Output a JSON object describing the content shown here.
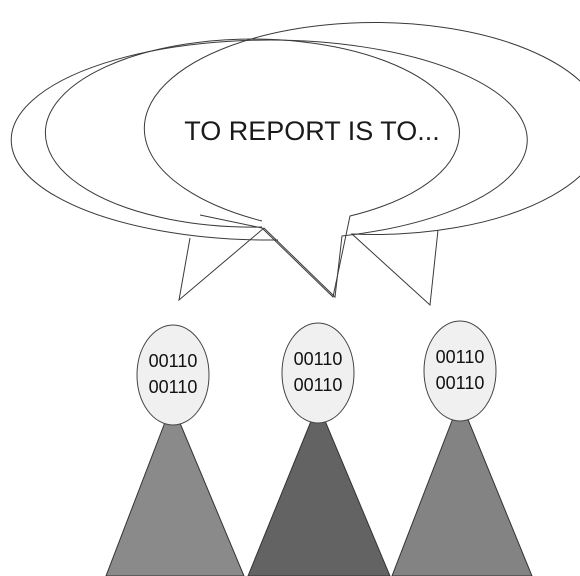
{
  "speech": {
    "text": "TO REPORT IS TO..."
  },
  "people": [
    {
      "line1": "00110",
      "line2": "00110",
      "body_color": "#8a8a8a"
    },
    {
      "line1": "00110",
      "line2": "00110",
      "body_color": "#636363"
    },
    {
      "line1": "00110",
      "line2": "00110",
      "body_color": "#838383"
    }
  ]
}
